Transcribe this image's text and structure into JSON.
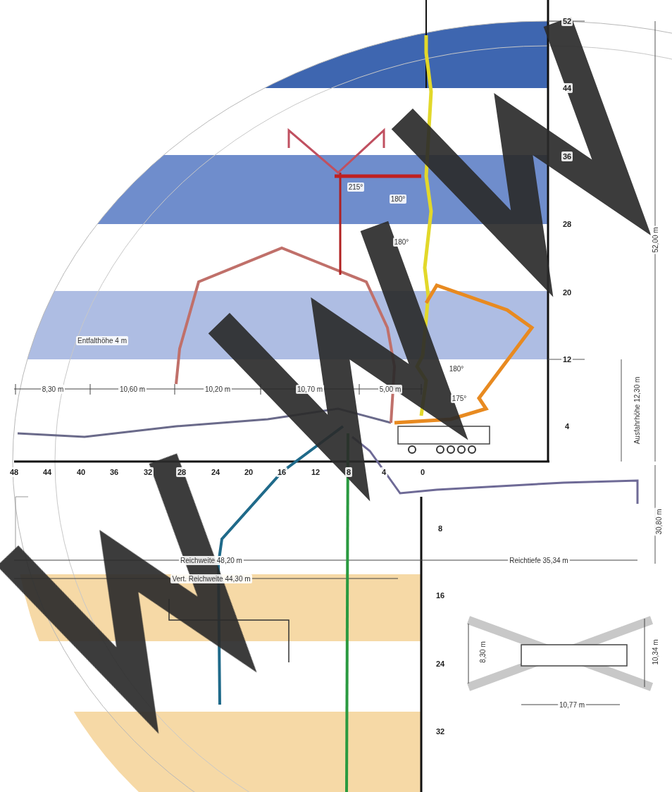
{
  "diagram": {
    "labels": [
      "52",
      "44",
      "36",
      "28",
      "20",
      "12",
      "4",
      "8",
      "16",
      "24",
      "32",
      "48",
      "44",
      "40",
      "36",
      "32",
      "28",
      "24",
      "20",
      "16",
      "12",
      "8",
      "4",
      "0",
      "8,30 m",
      "10,60 m",
      "10,20 m",
      "10,70 m",
      "5,00 m",
      "215°",
      "180°",
      "180°",
      "180°",
      "175°",
      "Entfalthöhe 4 m",
      "52,00 m",
      "Ausfahrhöhe 12,30 m",
      "Reichweite 48,20 m",
      "Vert. Reichweite 44,30 m",
      "Reichtiefe 35,34 m",
      "30,80 m",
      "8,30 m",
      "10,34 m",
      "10,77 m"
    ]
  }
}
